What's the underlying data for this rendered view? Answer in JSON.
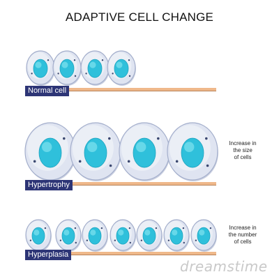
{
  "title": "ADAPTIVE CELL CHANGE",
  "rows": [
    {
      "label": "Normal cell",
      "description": "",
      "cell_count": 4
    },
    {
      "label": "Hypertrophy",
      "description_lines": [
        "Increase in",
        "the size",
        "of cells"
      ],
      "cell_count": 4
    },
    {
      "label": "Hyperplasia",
      "description_lines": [
        "Increase in",
        "the number",
        "of cells"
      ],
      "cell_count": 7
    }
  ],
  "watermark": "dreamstime",
  "colors": {
    "cell_fill": "#dfe4f1",
    "cell_stroke": "#a3aecb",
    "nucleus": "#2fc0db",
    "nucleus_highlight": "#7fe2f0",
    "baseline": "#efb88a",
    "label_bg": "#2d3576",
    "dot": "#3b4870"
  }
}
